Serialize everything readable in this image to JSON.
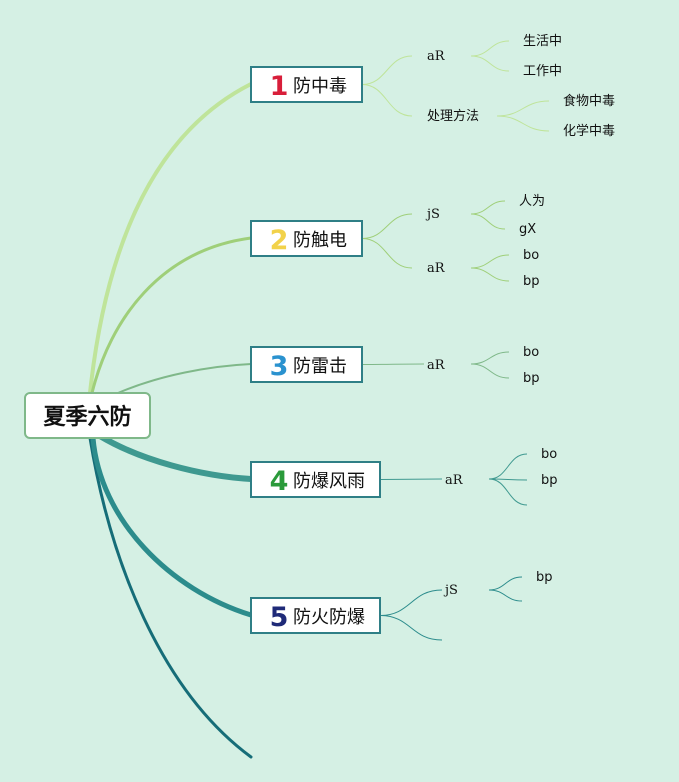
{
  "root": {
    "label": "夏季六防"
  },
  "topics": [
    {
      "id": "t1",
      "number": "1",
      "number_color": "#d81e3a",
      "label": "防中毒",
      "branch_color": "#bfe49a",
      "subs": [
        {
          "label": "aR",
          "leaves": [
            "生活中",
            "工作中"
          ]
        },
        {
          "label": "处理方法",
          "leaves": [
            "食物中毒",
            "化学中毒"
          ]
        }
      ]
    },
    {
      "id": "t2",
      "number": "2",
      "number_color": "#f2d24a",
      "label": "防触电",
      "branch_color": "#9fcf79",
      "subs": [
        {
          "label": "jS",
          "leaves": [
            "人为",
            "gX"
          ]
        },
        {
          "label": "aR",
          "leaves": [
            "bo",
            "bp"
          ]
        }
      ]
    },
    {
      "id": "t3",
      "number": "3",
      "number_color": "#2a92cf",
      "label": "防雷击",
      "branch_color": "#7fb889",
      "subs": [
        {
          "label": "aR",
          "leaves": [
            "bo",
            "bp"
          ]
        }
      ]
    },
    {
      "id": "t4",
      "number": "4",
      "number_color": "#2a9a3a",
      "label": "防爆风雨",
      "branch_color": "#3f9990",
      "subs": [
        {
          "label": "aR",
          "leaves": [
            "bo",
            "bp",
            ""
          ]
        }
      ]
    },
    {
      "id": "t5",
      "number": "5",
      "number_color": "#1f2a78",
      "label": "防火防爆",
      "branch_color": "#2c8c8c",
      "subs": [
        {
          "label": "jS",
          "leaves": [
            "bp",
            ""
          ]
        },
        {
          "label": "",
          "leaves": []
        }
      ]
    }
  ],
  "colors": {
    "background": "#d5f0e4",
    "topic_border": "#2f7f86",
    "extra_branch": "#166d78"
  }
}
